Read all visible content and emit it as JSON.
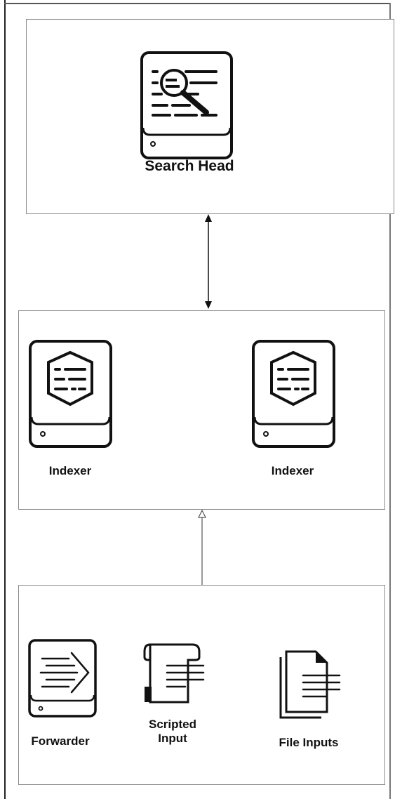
{
  "diagram": {
    "search_tier": {
      "search_head": {
        "label": "Search Head",
        "icon": "search-head-server-icon"
      }
    },
    "indexer_tier": {
      "indexers": [
        {
          "label": "Indexer",
          "icon": "indexer-server-icon"
        },
        {
          "label": "Indexer",
          "icon": "indexer-server-icon"
        }
      ]
    },
    "input_tier": {
      "inputs": [
        {
          "label": "Forwarder",
          "icon": "forwarder-server-icon"
        },
        {
          "label": "Scripted\nInput",
          "icon": "scripted-input-scroll-icon"
        },
        {
          "label": "File Inputs",
          "icon": "file-inputs-documents-icon"
        }
      ]
    },
    "connections": [
      {
        "from": "search_tier",
        "to": "indexer_tier",
        "style": "bidirectional-arrow"
      },
      {
        "from": "input_tier",
        "to": "indexer_tier",
        "style": "hollow-arrow"
      }
    ],
    "colors": {
      "stroke": "#111111",
      "box_border": "#8a8a8a",
      "background": "#ffffff"
    }
  }
}
